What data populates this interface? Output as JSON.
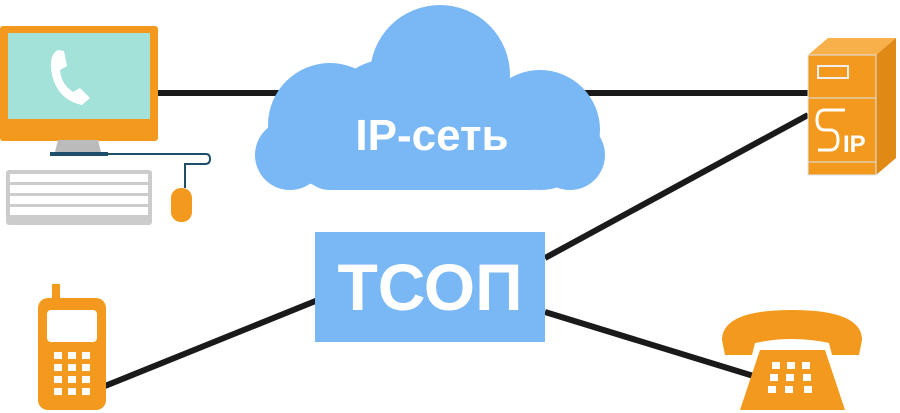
{
  "cloud": {
    "label": "IP-сеть"
  },
  "pstn": {
    "label": "ТСОП"
  },
  "server": {
    "label": "IP"
  },
  "colors": {
    "orange": "#f39a1e",
    "blue": "#7ab8f5",
    "screen": "#a3e2d8",
    "line": "#1a1a1a"
  }
}
